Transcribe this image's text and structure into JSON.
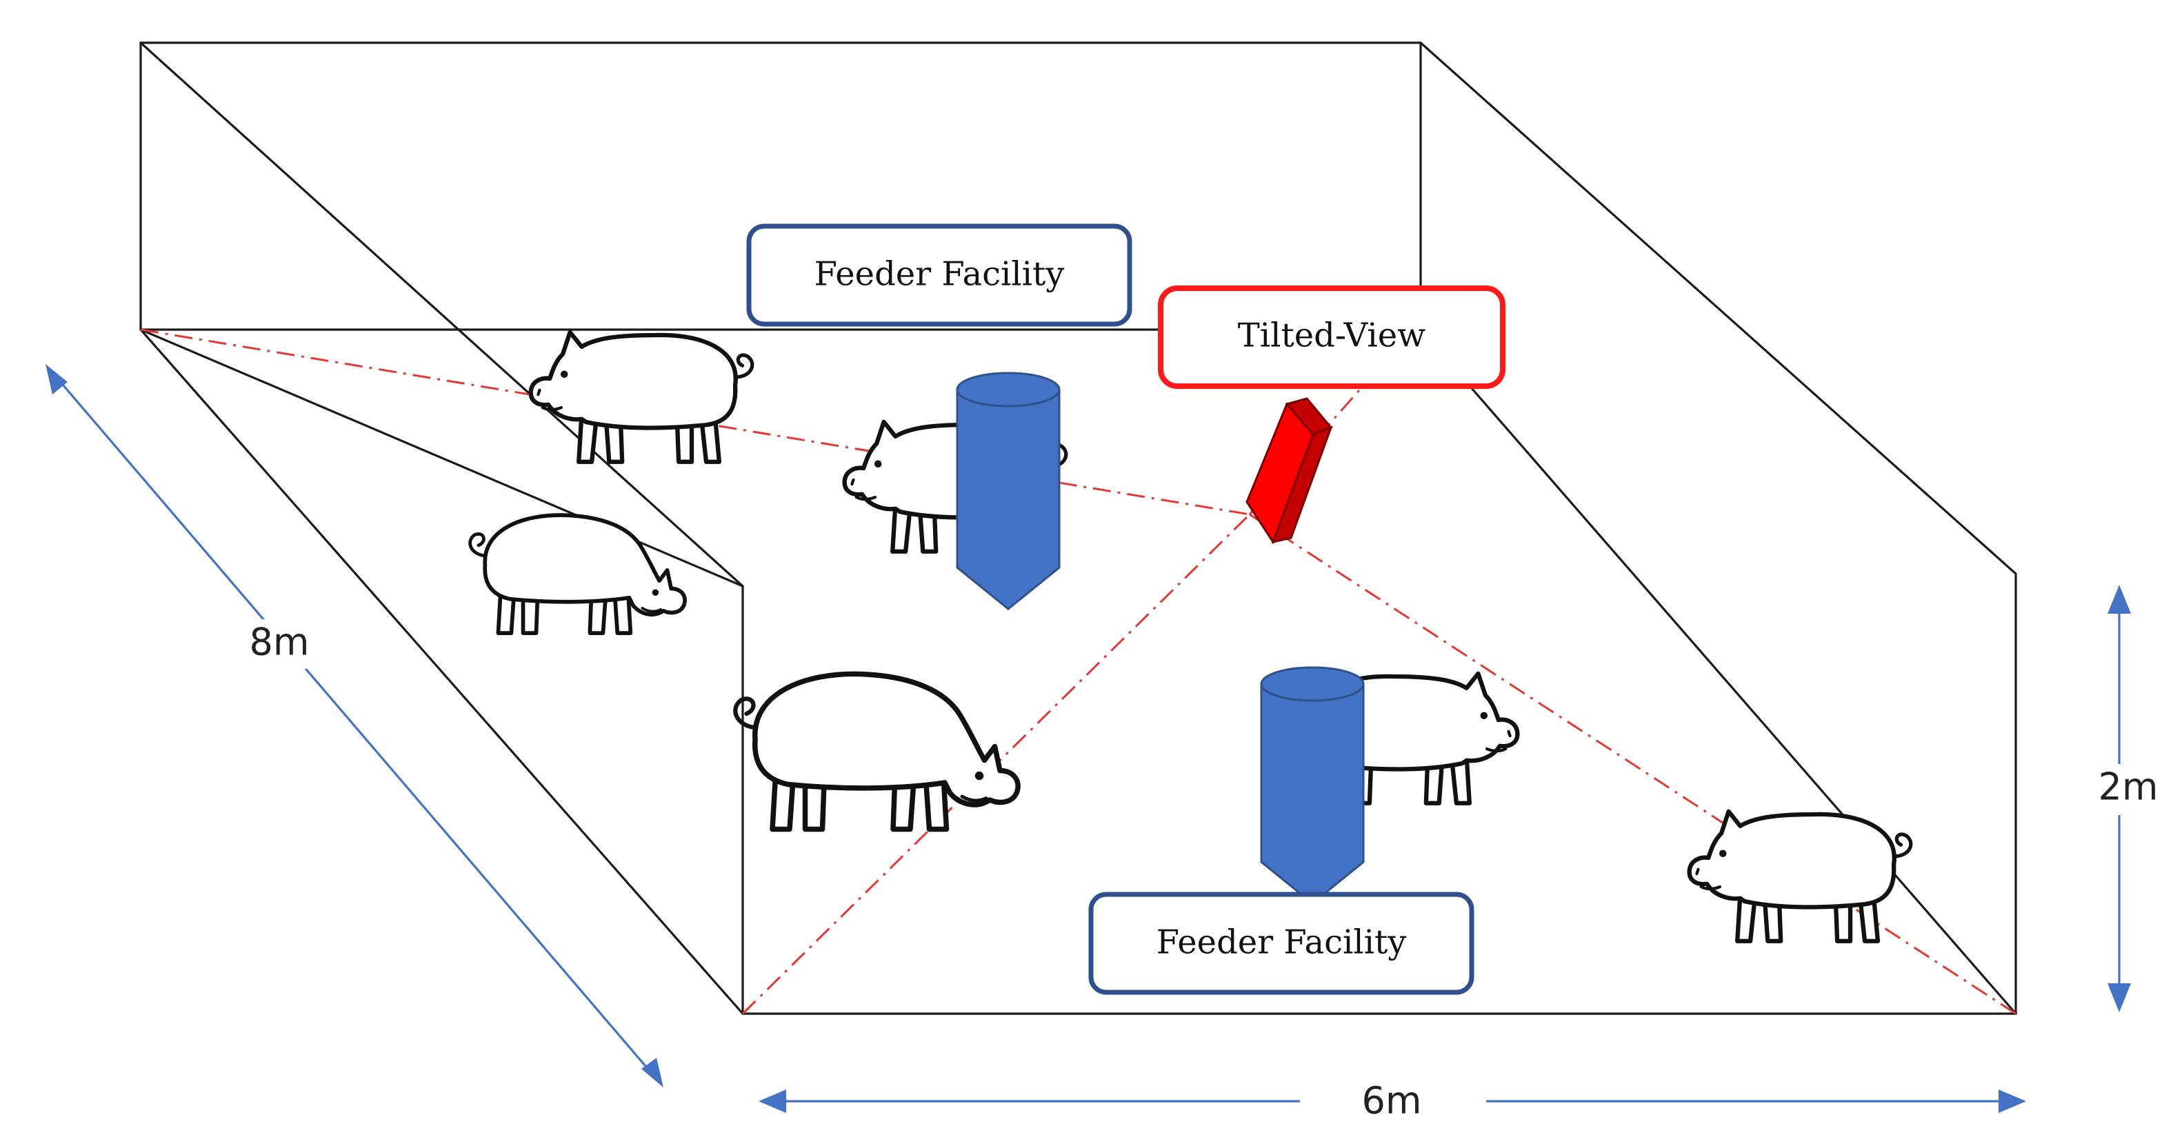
{
  "labels": {
    "feeder_top": "Feeder Facility",
    "feeder_bottom": "Feeder Facility",
    "camera": "Tilted-View"
  },
  "dimensions": {
    "depth": "8m",
    "width": "6m",
    "height": "2m"
  },
  "colors": {
    "frame": "#1a1a1a",
    "view_rays": "#e23a32",
    "dimension_arrows": "#4472c4",
    "feeder": "#4472c4",
    "camera": "#ff0000",
    "feeder_label_border": "#2f4f8f",
    "camera_label_border": "#ff1a1a"
  },
  "icons": {
    "pig": "pig-icon",
    "feeder": "feeder-cylinder-icon",
    "camera": "camera-icon"
  }
}
